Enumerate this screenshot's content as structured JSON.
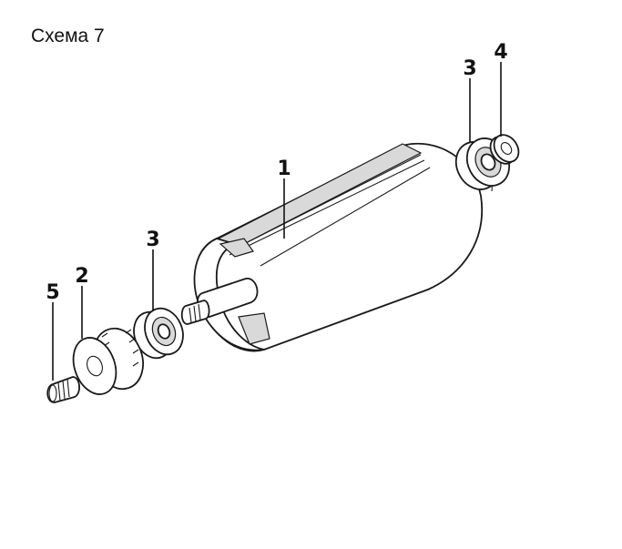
{
  "title": "Схема 7",
  "labels": {
    "roller": "1",
    "pulley": "2",
    "bearing_left": "3",
    "bearing_right": "3",
    "washer": "4",
    "set_screw": "5"
  }
}
